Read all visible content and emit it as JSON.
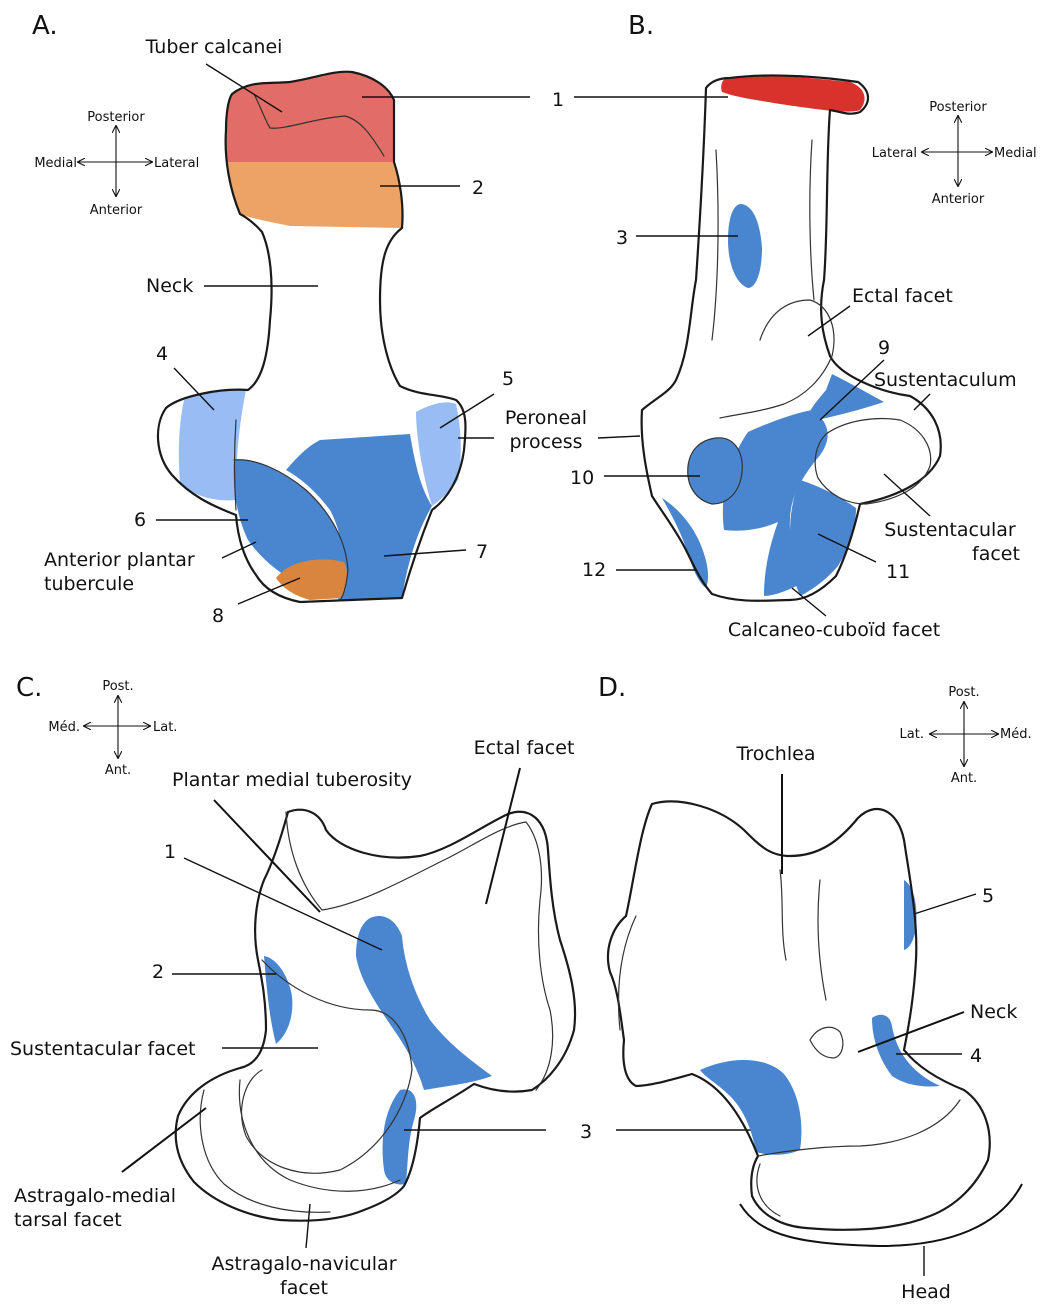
{
  "colors": {
    "tuber": "#e26c66",
    "tuber_dark": "#d9322c",
    "orange": "#eda366",
    "orange_dark": "#d9853d",
    "blue": "#4a86d0",
    "light_blue": "#98bdf5",
    "outline": "#1a1a1a"
  },
  "panels": {
    "A": {
      "letter": "A.",
      "compass": {
        "up": "Posterior",
        "down": "Anterior",
        "left": "Medial",
        "right": "Lateral"
      },
      "labels": {
        "tuber": "Tuber calcanei",
        "n1": "1",
        "n2": "2",
        "neck": "Neck",
        "n4": "4",
        "n5": "5",
        "peroneal_1": "Peroneal",
        "peroneal_2": "process",
        "n6": "6",
        "apt_1": "Anterior plantar",
        "apt_2": "tubercule",
        "n7": "7",
        "n8": "8"
      }
    },
    "B": {
      "letter": "B.",
      "compass": {
        "up": "Posterior",
        "down": "Anterior",
        "left": "Lateral",
        "right": "Medial"
      },
      "labels": {
        "n3": "3",
        "ectal": "Ectal facet",
        "n9": "9",
        "sustentaculum": "Sustentaculum",
        "n10": "10",
        "sust_facet_1": "Sustentacular",
        "sust_facet_2": "facet",
        "n11": "11",
        "n12": "12",
        "cc_facet": "Calcaneo-cuboïd facet"
      }
    },
    "C": {
      "letter": "C.",
      "compass": {
        "up": "Post.",
        "down": "Ant.",
        "left": "Méd.",
        "right": "Lat."
      },
      "labels": {
        "ectal": "Ectal facet",
        "pmt": "Plantar medial tuberosity",
        "n1": "1",
        "n2": "2",
        "sust_facet": "Sustentacular facet",
        "n3": "3",
        "amt_1": "Astragalo-medial",
        "amt_2": "tarsal facet",
        "an_1": "Astragalo-navicular",
        "an_2": "facet"
      }
    },
    "D": {
      "letter": "D.",
      "compass": {
        "up": "Post.",
        "down": "Ant.",
        "left": "Lat.",
        "right": "Méd."
      },
      "labels": {
        "trochlea": "Trochlea",
        "n5": "5",
        "neck": "Neck",
        "n4": "4",
        "head": "Head"
      }
    }
  }
}
